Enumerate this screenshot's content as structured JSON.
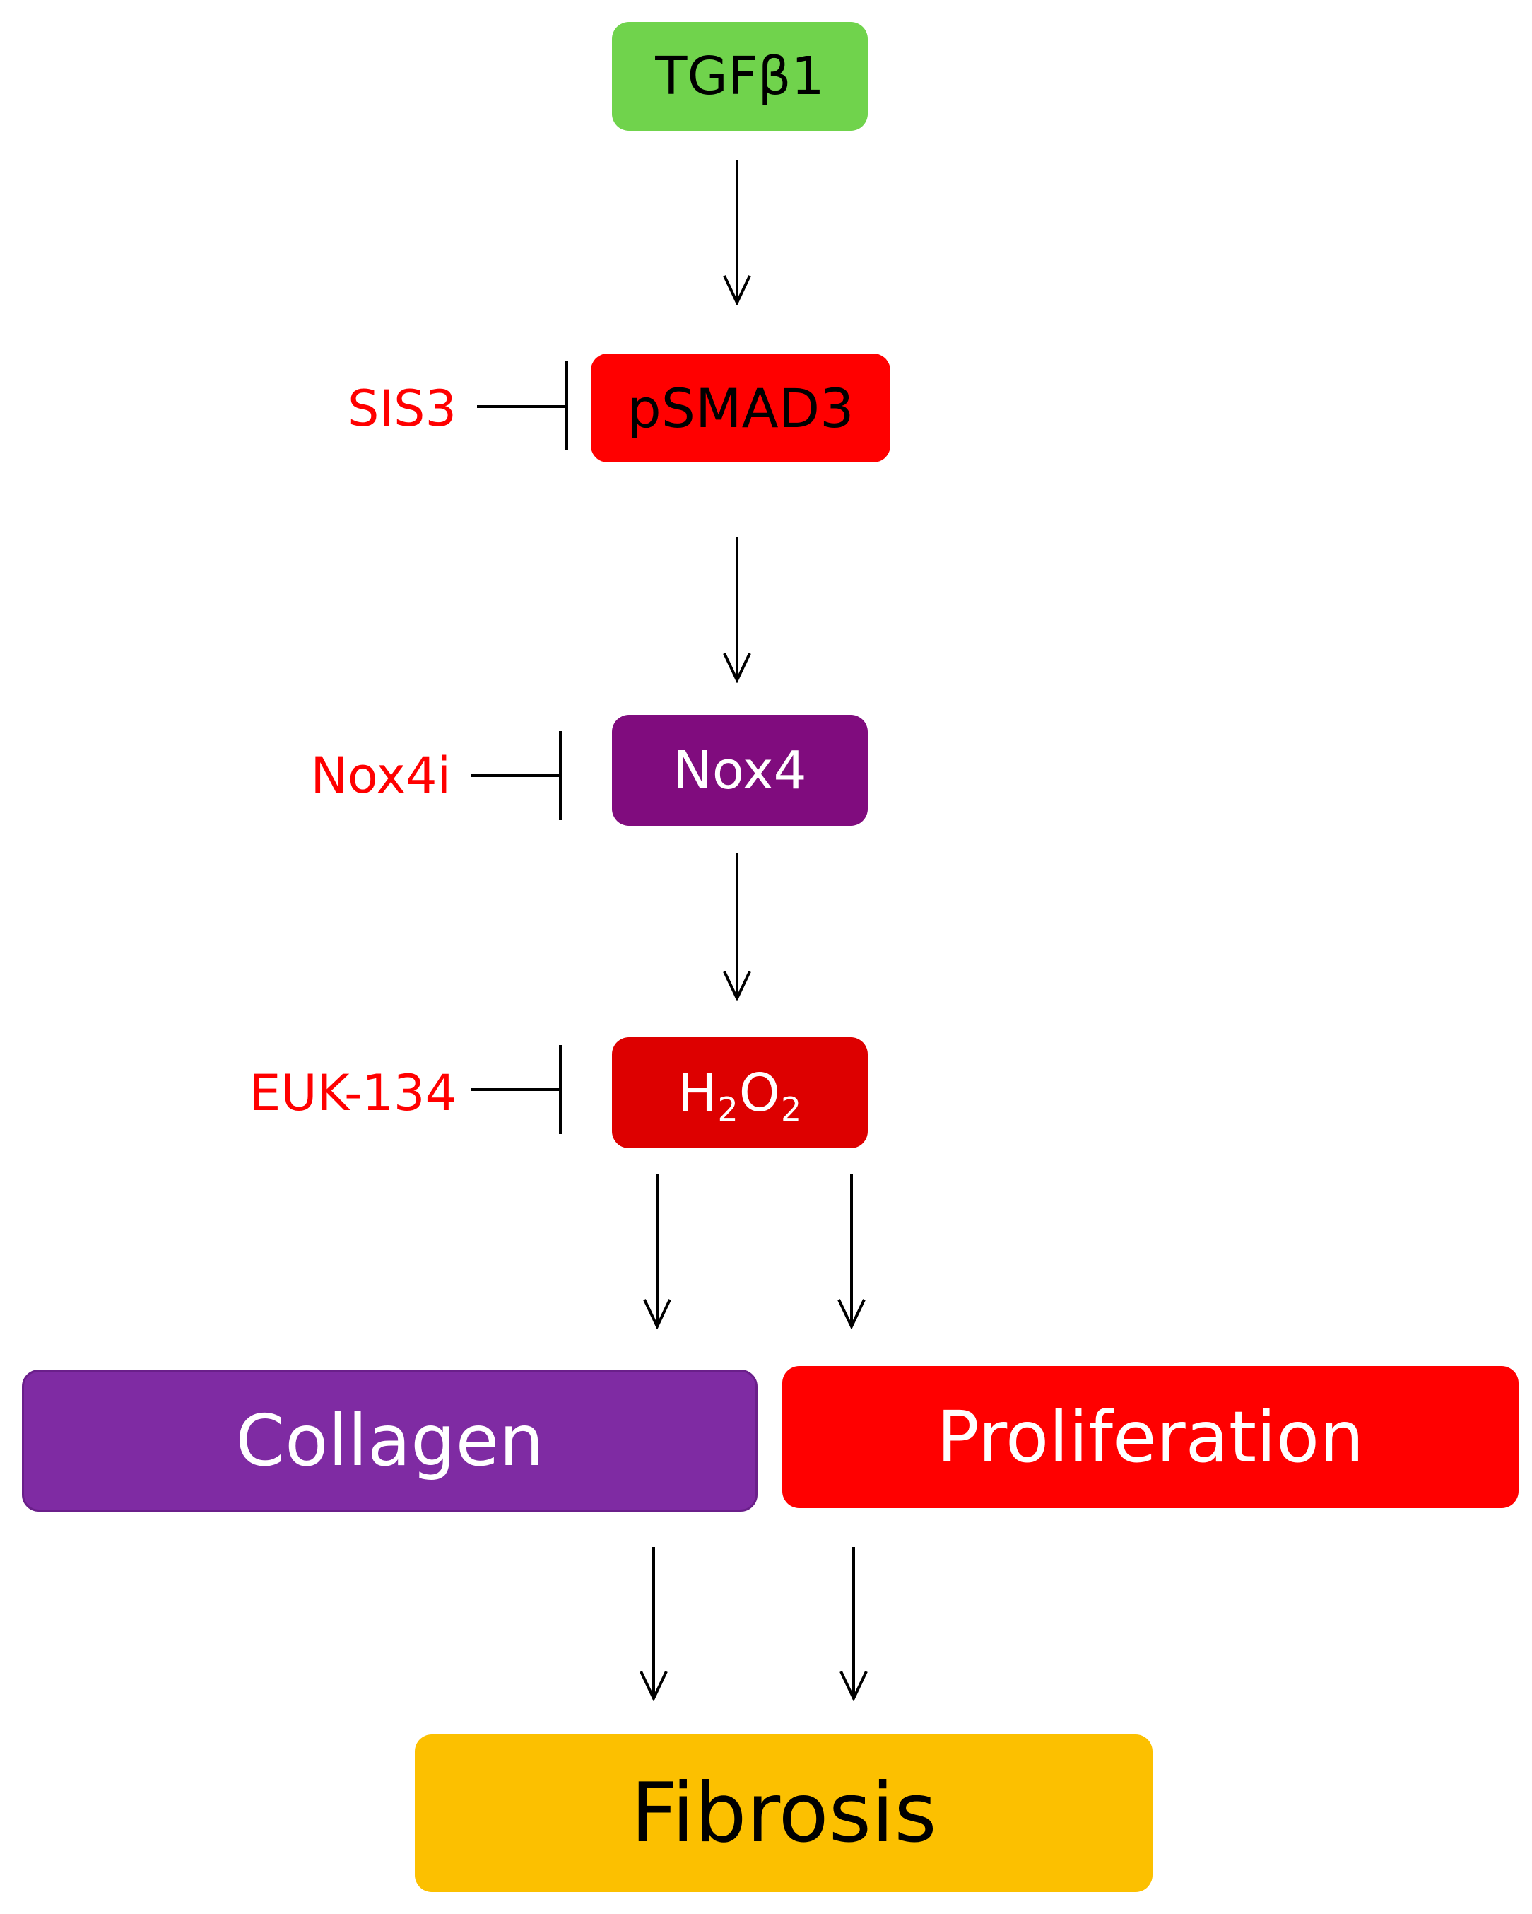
{
  "nodes": {
    "tgfb1": {
      "label": "TGFβ1",
      "fill": "#70d34c",
      "text_color": "#000000"
    },
    "psmad3": {
      "label": "pSMAD3",
      "fill": "#ff0000",
      "text_color": "#000000"
    },
    "nox4": {
      "label": "Nox4",
      "fill": "#800c7e",
      "text_color": "#ffffff"
    },
    "h2o2": {
      "base1": "H",
      "sub1": "2",
      "base2": "O",
      "sub2": "2",
      "fill": "#dd0000",
      "text_color": "#ffffff"
    },
    "collagen": {
      "label": "Collagen",
      "fill": "#7f2ba3",
      "text_color": "#ffffff"
    },
    "proliferation": {
      "label": "Proliferation",
      "fill": "#ff0000",
      "text_color": "#ffffff"
    },
    "fibrosis": {
      "label": "Fibrosis",
      "fill": "#fcc000",
      "text_color": "#000000"
    }
  },
  "inhibitors": {
    "sis3": {
      "label": "SIS3",
      "color": "#ff0000",
      "target": "psmad3"
    },
    "nox4i": {
      "label": "Nox4i",
      "color": "#ff0000",
      "target": "nox4"
    },
    "euk134": {
      "label": "EUK-134",
      "color": "#ff0000",
      "target": "h2o2"
    }
  },
  "edges": [
    {
      "from": "tgfb1",
      "to": "psmad3",
      "type": "activation"
    },
    {
      "from": "psmad3",
      "to": "nox4",
      "type": "activation"
    },
    {
      "from": "nox4",
      "to": "h2o2",
      "type": "activation"
    },
    {
      "from": "h2o2",
      "to": "collagen",
      "type": "activation"
    },
    {
      "from": "h2o2",
      "to": "proliferation",
      "type": "activation"
    },
    {
      "from": "collagen",
      "to": "fibrosis",
      "type": "activation"
    },
    {
      "from": "proliferation",
      "to": "fibrosis",
      "type": "activation"
    }
  ]
}
